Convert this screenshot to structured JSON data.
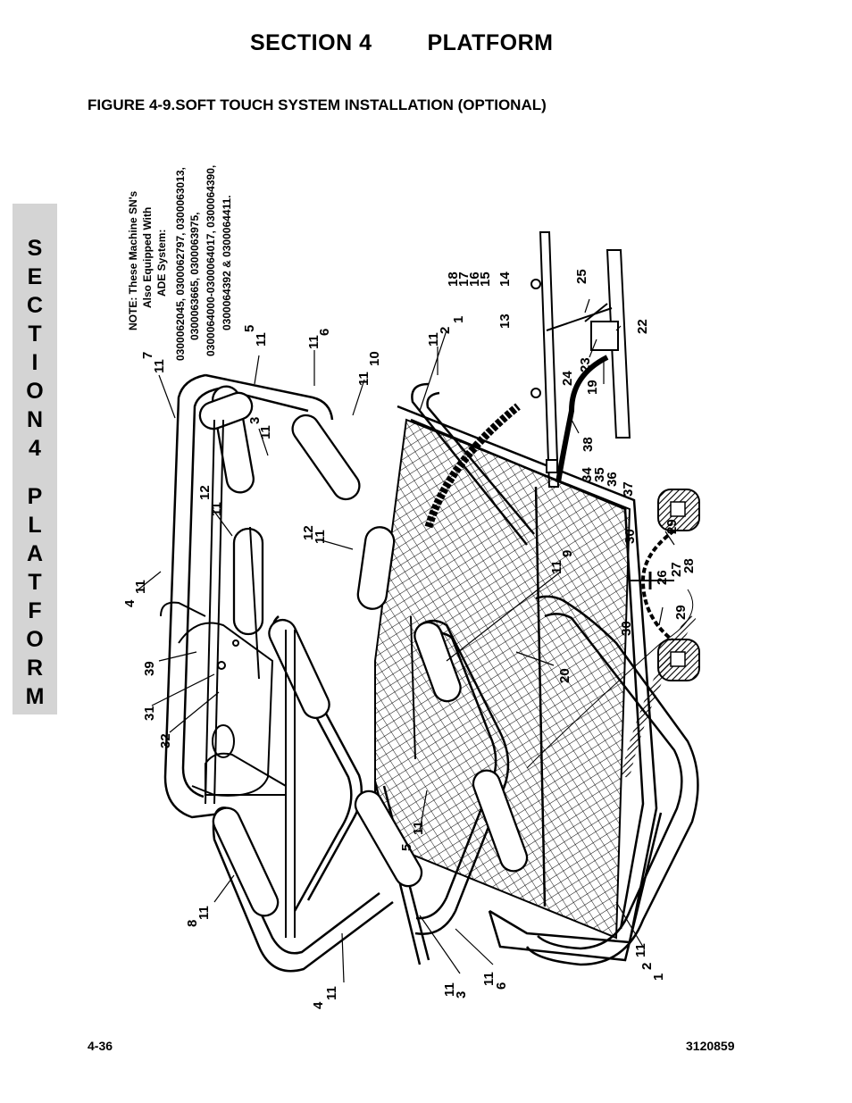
{
  "header": {
    "section": "SECTION 4",
    "title": "PLATFORM"
  },
  "figure_title": "FIGURE 4-9.SOFT TOUCH SYSTEM INSTALLATION (OPTIONAL)",
  "side_tab": [
    "S",
    "E",
    "C",
    "T",
    "I",
    "O",
    "N",
    "4",
    "P",
    "L",
    "A",
    "T",
    "F",
    "O",
    "R",
    "M"
  ],
  "note": [
    "NOTE: These Machine SN's",
    "Also Equipped With",
    "ADE System:",
    "0300062045, 0300062797, 0300063013,",
    "0300063665, 0300063975,",
    "0300064000-0300064017, 0300064390,",
    "0300064392 & 0300064411."
  ],
  "callouts": {
    "c7": "7",
    "c5a": "5",
    "c11a": "11",
    "c6a": "6",
    "c11b": "11",
    "c10": "10",
    "c11c": "11",
    "c2a": "2",
    "c1a": "1",
    "c11d": "11",
    "c3a": "3",
    "c11e": "11",
    "c12a": "12",
    "c11f": "11",
    "c12b": "12",
    "c11g": "11",
    "c4a": "4",
    "c11h": "11",
    "c39": "39",
    "c31": "31",
    "c32": "32",
    "c11i": "11",
    "c9": "9",
    "c20": "20",
    "c5b": "5",
    "c11j": "11",
    "c8": "8",
    "c11k": "11",
    "c4b": "4",
    "c11l": "11",
    "c3b": "3",
    "c11m": "11",
    "c11n": "11",
    "c6b": "6",
    "c1b": "1",
    "c2b": "2",
    "c11o": "11",
    "c11p": "11",
    "c18": "18",
    "c17": "17",
    "c16": "16",
    "c15": "15",
    "c14": "14",
    "c25": "25",
    "c13": "13",
    "c22": "22",
    "c24": "24",
    "c23": "23",
    "c19": "19",
    "c38": "38",
    "c34": "34",
    "c35": "35",
    "c36": "36",
    "c37": "37",
    "c29a": "29",
    "c30a": "30",
    "c26": "26",
    "c27": "27",
    "c28": "28",
    "c30b": "30",
    "c29b": "29"
  },
  "footer": {
    "page": "4-36",
    "doc_number": "3120859"
  }
}
